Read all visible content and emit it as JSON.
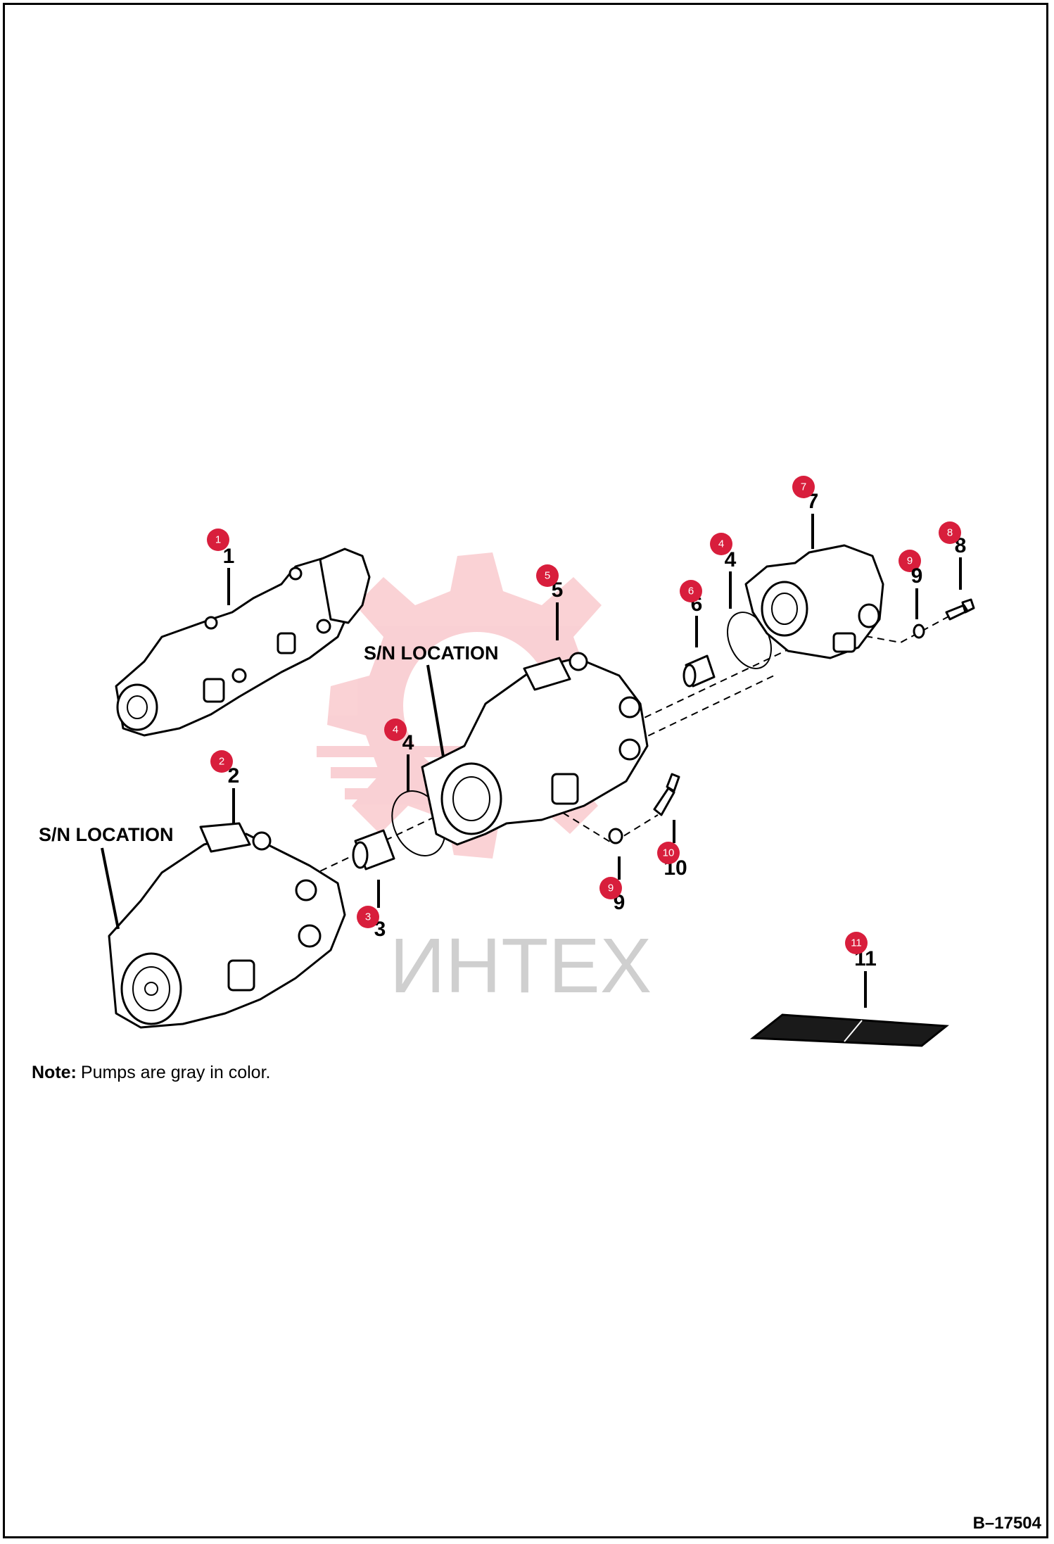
{
  "labels": {
    "sn_location_left": "S/N LOCATION",
    "sn_location_center": "S/N LOCATION"
  },
  "note": {
    "label": "Note:",
    "text": "Pumps are gray in color."
  },
  "figure_code": "B–17504",
  "watermark": {
    "text": "ИНТЕХ"
  },
  "callouts": [
    {
      "number": "1"
    },
    {
      "number": "2"
    },
    {
      "number": "3"
    },
    {
      "number": "4"
    },
    {
      "number": "5"
    },
    {
      "number": "6"
    },
    {
      "number": "4"
    },
    {
      "number": "7"
    },
    {
      "number": "8"
    },
    {
      "number": "9"
    },
    {
      "number": "9"
    },
    {
      "number": "10"
    },
    {
      "number": "11"
    }
  ],
  "colors": {
    "callout_badge": "#d81e3c",
    "watermark": "#e8303e"
  }
}
